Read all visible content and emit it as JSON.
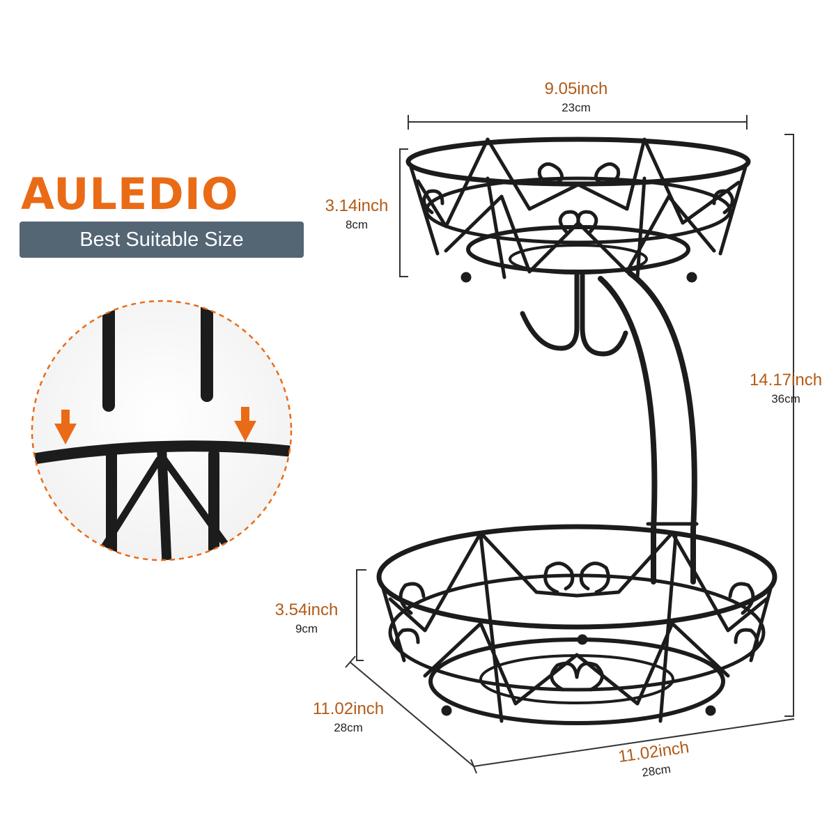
{
  "brand": {
    "name": "AULEDIO",
    "color": "#ea6b16"
  },
  "banner": {
    "text": "Best Suitable Size",
    "background": "#546574"
  },
  "dimensions": {
    "top_width": {
      "inch": "9.05inch",
      "cm": "23cm"
    },
    "top_height": {
      "inch": "3.14inch",
      "cm": "8cm"
    },
    "total_height": {
      "inch": "14.17inch",
      "cm": "36cm"
    },
    "bottom_height": {
      "inch": "3.54inch",
      "cm": "9cm"
    },
    "bottom_depth": {
      "inch": "11.02inch",
      "cm": "28cm"
    },
    "bottom_width": {
      "inch": "11.02inch",
      "cm": "28cm"
    }
  },
  "colors": {
    "dimension_text": "#b15a16",
    "accent_dashed": "#ea6b16",
    "wire": "#1c1c1c"
  },
  "icons": [
    "down-arrow-icon",
    "down-arrow-icon"
  ]
}
